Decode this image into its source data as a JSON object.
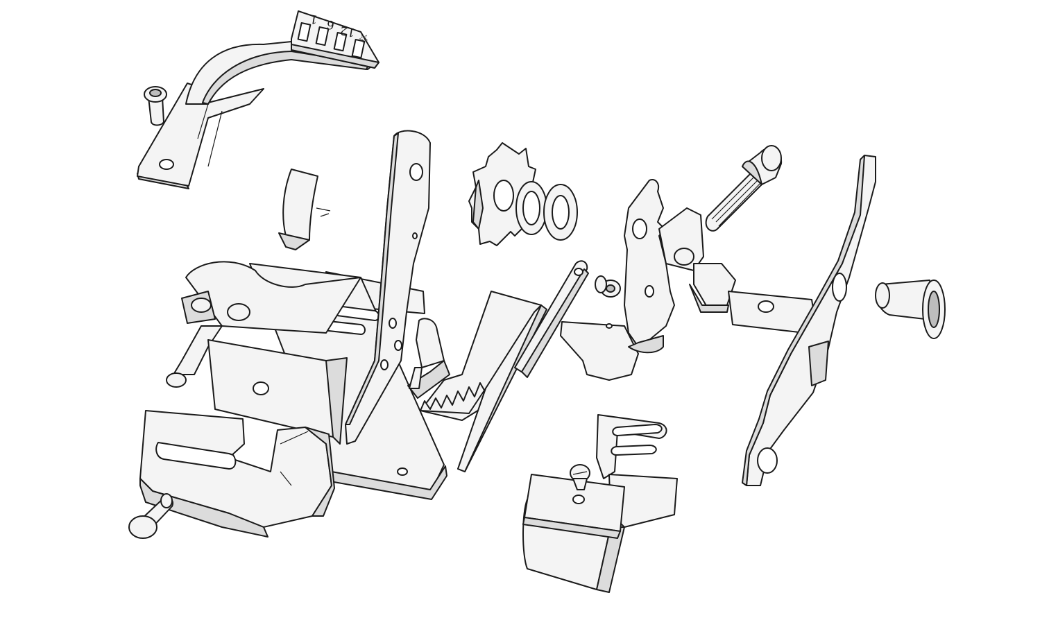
{
  "figure": {
    "gauge_labels": [
      "1",
      "6",
      "12",
      "☆"
    ],
    "colors": {
      "background": "#ffffff",
      "line": "#1a1a1a",
      "face": "#f4f4f4",
      "side": "#dcdcdc"
    }
  }
}
